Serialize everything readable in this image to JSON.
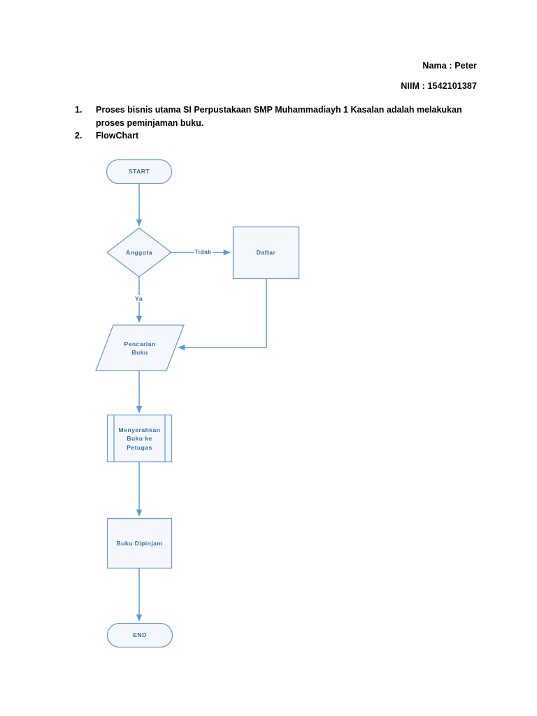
{
  "document": {
    "header": {
      "name_line": "Nama : Peter",
      "id_line": "NIIM : 1542101387"
    },
    "list": [
      {
        "number": "1.",
        "text": "Proses bisnis utama SI Perpustakaan SMP Muhammadiayh 1 Kasalan adalah melakukan proses peminjaman buku."
      },
      {
        "number": "2.",
        "text": "FlowChart"
      }
    ]
  },
  "flowchart": {
    "colors": {
      "stroke": "#6d9fd0",
      "fill": "#f4f7fc",
      "text": "#3b6ea5",
      "connector": "#5b9bd5"
    },
    "nodes": [
      {
        "id": "start",
        "shape": "terminator",
        "label": "START"
      },
      {
        "id": "anggota",
        "shape": "decision",
        "label": "Anggota"
      },
      {
        "id": "daftar",
        "shape": "process",
        "label": "Daftar"
      },
      {
        "id": "pencarian",
        "shape": "data-parallelogram",
        "label": "Pencarian Buku"
      },
      {
        "id": "menyerahkan",
        "shape": "predefined-process",
        "label": "Menyerahkan Buku ke Petugas"
      },
      {
        "id": "dipinjam",
        "shape": "process",
        "label": "Buku Dipinjam"
      },
      {
        "id": "end",
        "shape": "terminator",
        "label": "END"
      }
    ],
    "node_labels": {
      "start": "START",
      "anggota": "Anggota",
      "daftar": "Daftar",
      "pencarian_line1": "Pencarian",
      "pencarian_line2": "Buku",
      "menyerahkan_line1": "Menyerahkan",
      "menyerahkan_line2": "Buku ke",
      "menyerahkan_line3": "Petugas",
      "dipinjam": "Buku Dipinjam",
      "end": "END"
    },
    "edges": [
      {
        "from": "start",
        "to": "anggota",
        "label": ""
      },
      {
        "from": "anggota",
        "to": "daftar",
        "label": "Tidak"
      },
      {
        "from": "anggota",
        "to": "pencarian",
        "label": "Ya"
      },
      {
        "from": "daftar",
        "to": "pencarian",
        "label": ""
      },
      {
        "from": "pencarian",
        "to": "menyerahkan",
        "label": ""
      },
      {
        "from": "menyerahkan",
        "to": "dipinjam",
        "label": ""
      },
      {
        "from": "dipinjam",
        "to": "end",
        "label": ""
      }
    ],
    "edge_labels": {
      "tidak": "Tidak",
      "ya": "Ya"
    }
  }
}
